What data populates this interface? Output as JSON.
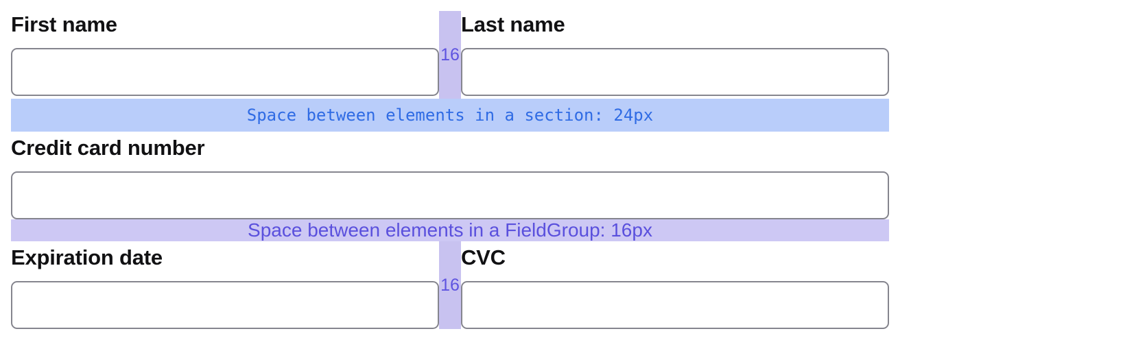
{
  "form": {
    "row1": {
      "fields": [
        {
          "label": "First name"
        },
        {
          "label": "Last name"
        }
      ],
      "gap_label": "16"
    },
    "section_band": {
      "text": "Space between elements in a section: 24px"
    },
    "row2": {
      "fields": [
        {
          "label": "Credit card number"
        }
      ]
    },
    "group_band": {
      "text": "Space between elements in a FieldGroup: 16px"
    },
    "row3": {
      "fields": [
        {
          "label": "Expiration date"
        },
        {
          "label": "CVC"
        }
      ],
      "gap_label": "16"
    }
  },
  "colors": {
    "section_band_bg": "#b9cdfa",
    "section_band_text": "#2f6be4",
    "group_band_bg": "#cdc8f4",
    "group_band_text": "#5a50dd",
    "column_gap_strip": "#c8c2f0",
    "gap_label_text": "#5e53e0",
    "input_border": "#85858e",
    "label_text": "#111113"
  }
}
